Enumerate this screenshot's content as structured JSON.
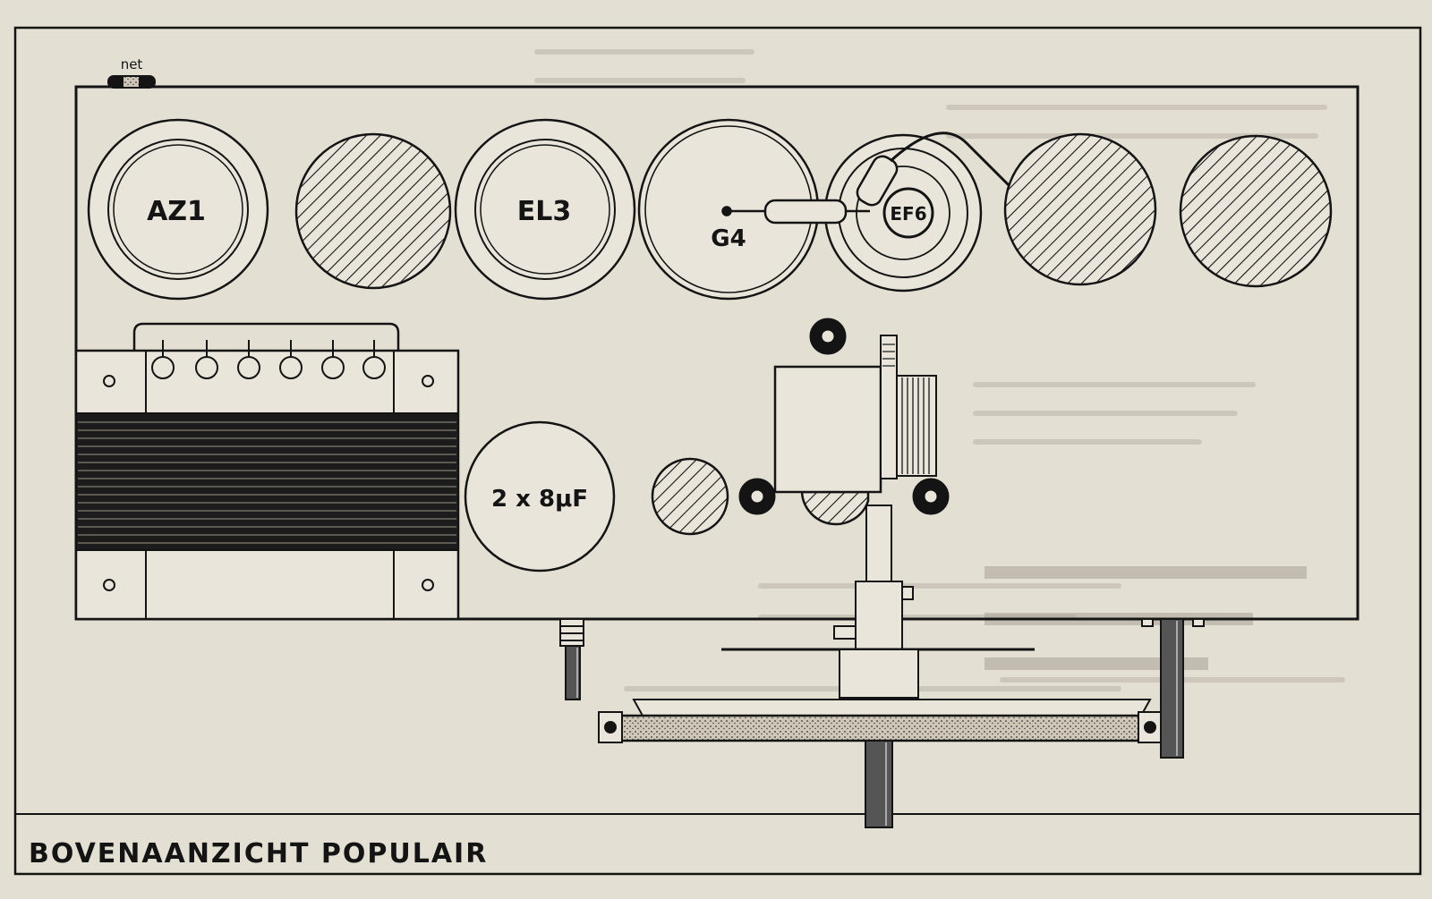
{
  "diagram": {
    "caption": "BOVENAANZICHT POPULAIR",
    "labels": {
      "mains": "net",
      "rectifier_tube": "AZ1",
      "output_tube": "EL3",
      "tube_g4": "G4",
      "tube_ef6": "EF6",
      "capacitor": "2 x 8μF"
    }
  },
  "colors": {
    "paper": "#e4dfd3",
    "ink": "#141414",
    "bleed": "#b3aca0"
  }
}
